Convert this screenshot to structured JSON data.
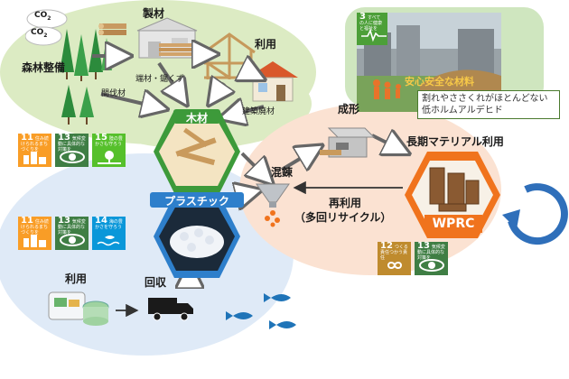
{
  "labels": {
    "forest_management": "森林整備",
    "lumber_making": "製材",
    "use_top": "利用",
    "thinned_wood": "間伐材",
    "offcuts_sawdust": "端材・鋸くず",
    "construction_waste": "建築廃材",
    "wood": "木材",
    "plastic": "プラスチック",
    "kneading": "混錬",
    "molding": "成形",
    "long_term_use": "長期マテリアル利用",
    "wprc": "WPRC",
    "reuse": "再利用",
    "multi_recycle": "（多回リサイクル）",
    "use_bottom": "利用",
    "collection": "回収",
    "callout_line1": "割れやささくれがほとんどない",
    "callout_line2": "低ホルムアルデヒド",
    "photo_overlay": "安心安全な材料",
    "co2_a": "CO",
    "co2_b": "CO"
  },
  "sdg_cards": [
    {
      "num": "11",
      "text": "住み続けられるまちづくりを",
      "color": "#f99d26",
      "icon": "city-icon"
    },
    {
      "num": "13",
      "text": "気候変動に具体的な対策を",
      "color": "#3f7e44",
      "icon": "eye-globe-icon"
    },
    {
      "num": "15",
      "text": "陸の豊かさも守ろう",
      "color": "#56c02b",
      "icon": "tree-icon"
    },
    {
      "num": "11",
      "text": "住み続けられるまちづくりを",
      "color": "#f99d26",
      "icon": "city-icon"
    },
    {
      "num": "13",
      "text": "気候変動に具体的な対策を",
      "color": "#3f7e44",
      "icon": "eye-globe-icon"
    },
    {
      "num": "14",
      "text": "海の豊かさを守ろう",
      "color": "#0a97d9",
      "icon": "fish-wave-icon"
    },
    {
      "num": "12",
      "text": "つくる責任つかう責任",
      "color": "#bf8b2e",
      "icon": "infinity-icon"
    },
    {
      "num": "13",
      "text": "気候変動に具体的な対策を",
      "color": "#3f7e44",
      "icon": "eye-globe-icon"
    },
    {
      "num": "3",
      "text": "すべての人に健康と福祉を",
      "color": "#4c9f38",
      "icon": "heartbeat-icon"
    }
  ],
  "colors": {
    "green_zone": "#dcebc3",
    "blue_zone": "#dfeaf7",
    "peach_zone": "#fbe2d2",
    "hex_green": "#3d9a3a",
    "hex_blue": "#2e7fcb",
    "hex_orange": "#f0731d",
    "arrow_blue": "#2f6fba"
  }
}
